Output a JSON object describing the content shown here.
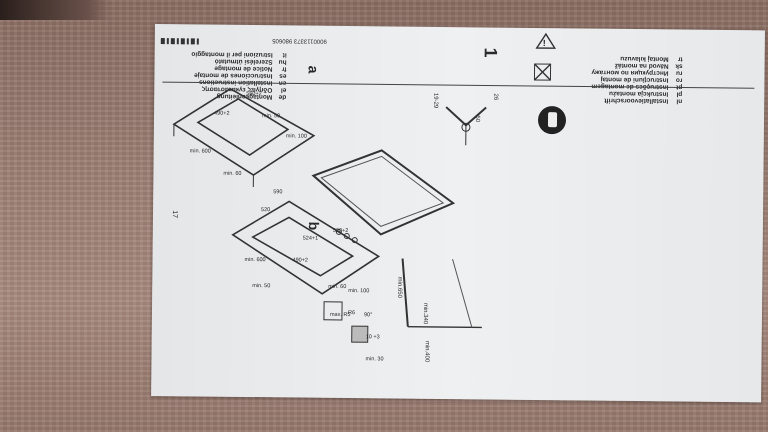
{
  "booklet": {
    "page_number": "1",
    "barcode_text": "9000113373  980605",
    "left_heading": {
      "codes": [
        "de",
        "el",
        "en",
        "es",
        "fr",
        "hu",
        "it"
      ],
      "lines": [
        "Montageanleitung",
        "Οδηγίες εγκατάστασης",
        "Installation instructions",
        "Instrucciones de montaje",
        "Notice de montage",
        "Szerelési útmutató",
        "Istruzioni per il montaggio"
      ]
    },
    "right_heading": {
      "codes": [
        "nl",
        "pl",
        "pt",
        "ro",
        "ru",
        "sk",
        "tr"
      ],
      "lines": [
        "Installatievoorschrift",
        "Instrukcja montażu",
        "Instruções de montagem",
        "Instrucţiuni de montaj",
        "Инструкция по монтажу",
        "Návod na montáž",
        "Montaj kılavuzu"
      ]
    },
    "figure_a": {
      "label": "a",
      "dims": [
        "560+2",
        "490+2",
        "min. 50",
        "min. 100",
        "min. 600",
        "min. 60"
      ]
    },
    "figure_b": {
      "label": "b",
      "dims": [
        "590",
        "520",
        "560+2",
        "524+1",
        "490+2",
        "min. 600",
        "min. 50",
        "min. 60",
        "min. 100",
        "min. 30",
        "max. R5",
        "R6",
        "90°",
        "10 +3"
      ]
    },
    "section_dims": [
      "min.650",
      "min.340",
      "min.400"
    ],
    "worktop_dims": [
      "19-29",
      "26",
      "50"
    ],
    "footer_mark": "17"
  }
}
